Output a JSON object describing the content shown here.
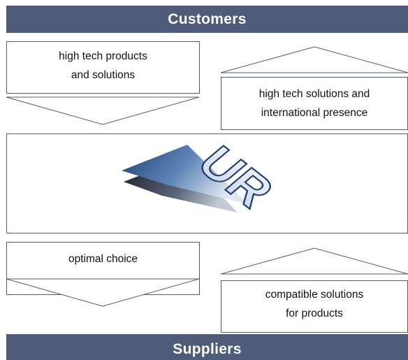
{
  "header": {
    "title": "Customers"
  },
  "footer": {
    "title": "Suppliers"
  },
  "upper_flow": {
    "left_box": {
      "line1": "high tech products",
      "line2": "and solutions"
    },
    "right_box": {
      "line1": "high tech solutions and",
      "line2": "international presence"
    }
  },
  "center": {
    "logo_text": "UR"
  },
  "lower_flow": {
    "left_box": {
      "line1": "optimal choice"
    },
    "right_box": {
      "line1": "compatible solutions",
      "line2": "for products"
    }
  },
  "colors": {
    "bar": "#4f5b79",
    "border": "#4f5b79",
    "logo_dark": "#1f3f72",
    "logo_light": "#c9d5e6"
  }
}
